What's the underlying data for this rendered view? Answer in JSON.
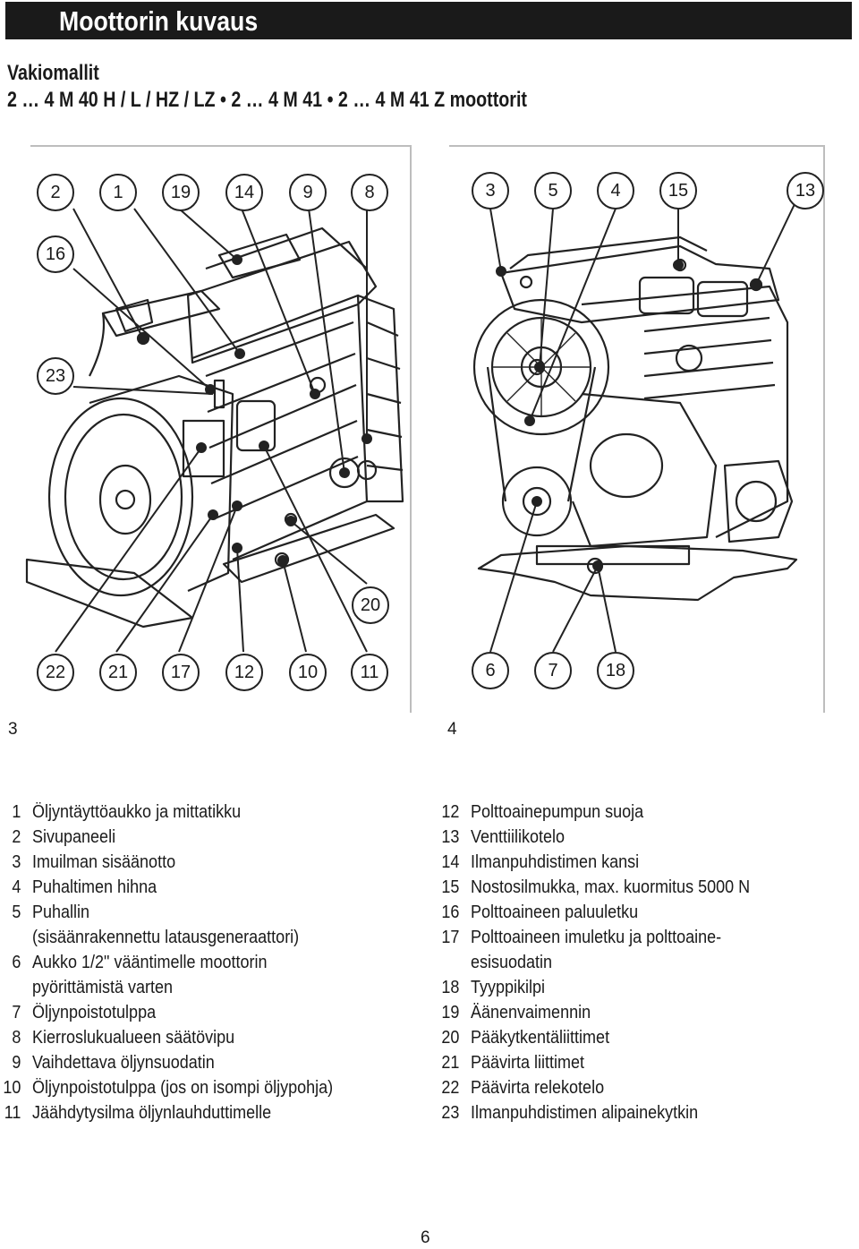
{
  "header": {
    "title": "Moottorin kuvaus"
  },
  "subtitle": {
    "line1": "Vakiomallit",
    "line2": "2 … 4 M 40 H / L / HZ / LZ  •  2 … 4 M 41  •  2 … 4 M 41 Z moottorit"
  },
  "figure_left": {
    "number": "3",
    "callouts": [
      "2",
      "1",
      "19",
      "14",
      "9",
      "8",
      "16",
      "23",
      "20",
      "22",
      "21",
      "17",
      "12",
      "10",
      "11"
    ]
  },
  "figure_right": {
    "number": "4",
    "callouts": [
      "3",
      "5",
      "4",
      "15",
      "13",
      "6",
      "7",
      "18"
    ]
  },
  "legend_left": [
    {
      "num": "1",
      "text": "Öljyntäyttöaukko ja mittatikku"
    },
    {
      "num": "2",
      "text": "Sivupaneeli"
    },
    {
      "num": "3",
      "text": "Imuilman sisäänotto"
    },
    {
      "num": "4",
      "text": "Puhaltimen hihna"
    },
    {
      "num": "5",
      "text": "Puhallin"
    },
    {
      "num": "",
      "text": "(sisäänrakennettu latausgeneraattori)"
    },
    {
      "num": "6",
      "text": "Aukko 1/2\" vääntimelle moottorin"
    },
    {
      "num": "",
      "text": "pyörittämistä varten"
    },
    {
      "num": "7",
      "text": "Öljynpoistotulppa"
    },
    {
      "num": "8",
      "text": "Kierroslukualueen säätövipu"
    },
    {
      "num": "9",
      "text": "Vaihdettava öljynsuodatin"
    },
    {
      "num": "10",
      "text": "Öljynpoistotulppa (jos on isompi öljypohja)"
    },
    {
      "num": "11",
      "text": "Jäähdytysilma öljynlauhduttimelle"
    }
  ],
  "legend_right": [
    {
      "num": "12",
      "text": "Polttoainepumpun suoja"
    },
    {
      "num": "13",
      "text": "Venttiilikotelo"
    },
    {
      "num": "14",
      "text": "Ilmanpuhdistimen kansi"
    },
    {
      "num": "15",
      "text": "Nostosilmukka, max. kuormitus 5000 N"
    },
    {
      "num": "16",
      "text": "Polttoaineen paluuletku"
    },
    {
      "num": "17",
      "text": "Polttoaineen imuletku ja polttoaine-"
    },
    {
      "num": "",
      "text": "esisuodatin"
    },
    {
      "num": "18",
      "text": "Tyyppikilpi"
    },
    {
      "num": "19",
      "text": "Äänenvaimennin"
    },
    {
      "num": "20",
      "text": "Pääkytkentäliittimet"
    },
    {
      "num": "21",
      "text": "Päävirta liittimet"
    },
    {
      "num": "22",
      "text": "Päävirta relekotelo"
    },
    {
      "num": "23",
      "text": "Ilmanpuhdistimen alipainekytkin"
    }
  ],
  "page": {
    "number": "6"
  }
}
